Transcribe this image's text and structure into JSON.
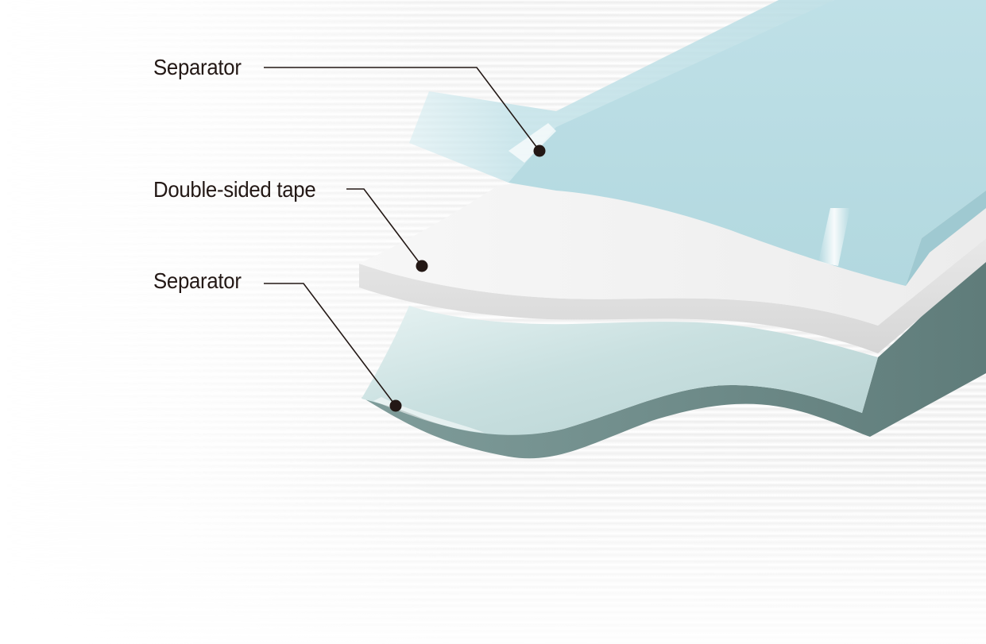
{
  "labels": {
    "top_separator": "Separator",
    "double_sided_tape": "Double-sided tape",
    "bottom_separator": "Separator"
  },
  "colors": {
    "top_separator": "#bfe0e6",
    "tape": "#f4f4f4",
    "bottom_separator": "#cfe4e4",
    "bottom_separator_edge": "#6f8a88",
    "leader_line": "#231815"
  }
}
